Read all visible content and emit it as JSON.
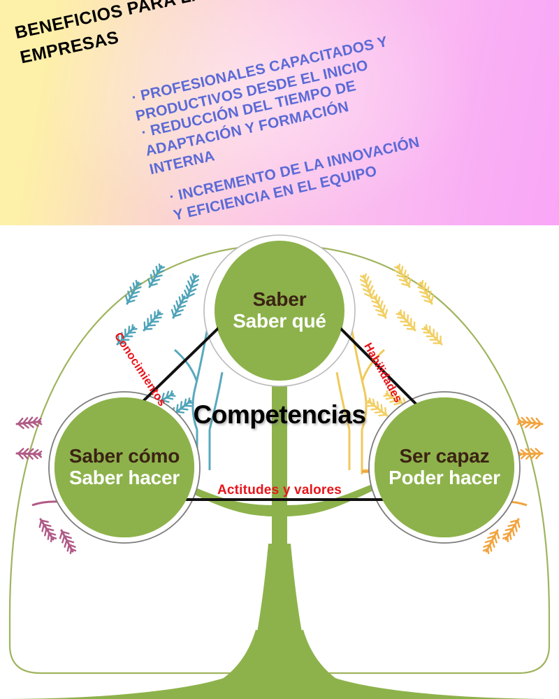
{
  "banner": {
    "title": "BENEFICIOS PARA LAS\nEMPRESAS",
    "title_color": "#000000",
    "bullet_color": "#5b6ad6",
    "bullets": [
      "· PROFESIONALES CAPACITADOS Y\nPRODUCTIVOS DESDE EL INICIO",
      "· REDUCCIÓN DEL TIEMPO DE\nADAPTACIÓN Y FORMACIÓN\nINTERNA",
      "· INCREMENTO DE LA INNOVACIÓN\nY EFICIENCIA EN EL EQUIPO"
    ],
    "gradient_from": "#fdf0a8",
    "gradient_to": "#f9a6f6"
  },
  "diagram": {
    "center_label": "Competencias",
    "center_label_color": "#000000",
    "attitudes_label": "Actitudes  y  valores",
    "attitudes_label_color": "#e8141b",
    "bubble_color": "#8db24b",
    "canopy_outline_color": "#9fb45e",
    "trunk_color": "#8db24b",
    "nodes": [
      {
        "id": "saber",
        "top_text": "Saber",
        "bottom_text": "Saber qué",
        "top_color": "#3b2314",
        "bottom_color": "#ffffff"
      },
      {
        "id": "saber-como",
        "top_text": "Saber cómo",
        "bottom_text": "Saber hacer",
        "top_color": "#3b2314",
        "bottom_color": "#ffffff"
      },
      {
        "id": "ser-capaz",
        "top_text": "Ser capaz",
        "bottom_text": "Poder hacer",
        "top_color": "#3b2314",
        "bottom_color": "#ffffff"
      }
    ],
    "connector_labels": [
      {
        "id": "conocimientos",
        "text": "Conocimientos",
        "color": "#e8141b"
      },
      {
        "id": "habilidades",
        "text": "Habilidades",
        "color": "#e8141b"
      }
    ],
    "decor_colors": {
      "left_inner_wheat": "#4fa3b8",
      "right_inner_wheat": "#f2cf63",
      "far_left_wheat": "#b05a86",
      "far_right_wheat": "#f2a33c",
      "left_grey_wheat": "#9aa7ad",
      "right_tan_wheat": "#cfa877"
    }
  }
}
